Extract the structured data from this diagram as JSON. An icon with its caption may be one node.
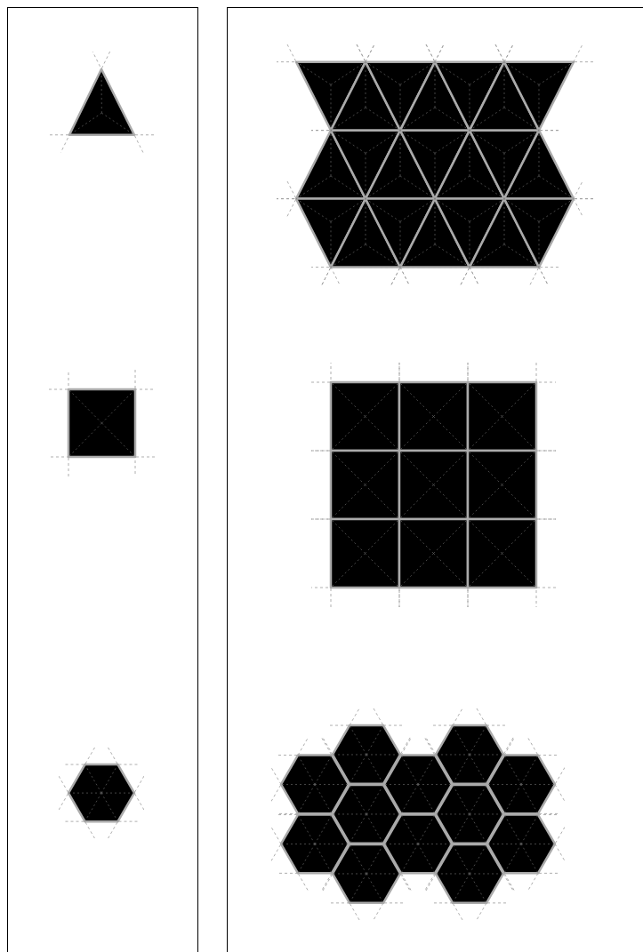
{
  "diagram": {
    "nodes": [
      {
        "text": [],
        "shape": "box"
      },
      {
        "text": [],
        "shape": "triangle",
        "in": 0
      },
      {
        "text": [],
        "shape": "square",
        "in": 0
      },
      {
        "text": [],
        "shape": "hexagon",
        "in": 0
      },
      {
        "text": [],
        "shape": "box"
      },
      {
        "text": [],
        "shape": "triangles",
        "in": 4
      },
      {
        "text": [],
        "shape": "squares",
        "in": 4
      },
      {
        "text": [],
        "shape": "hexagons",
        "in": 4
      }
    ]
  }
}
